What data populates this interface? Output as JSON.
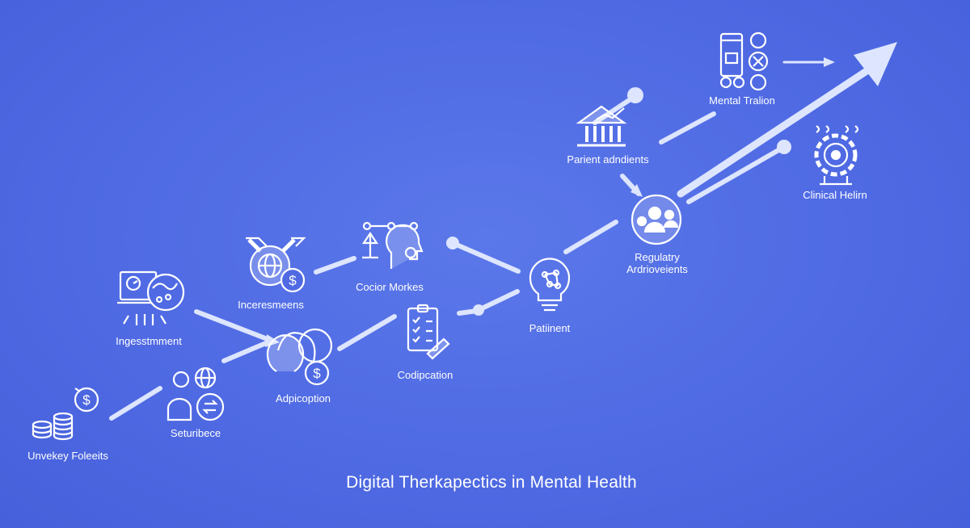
{
  "title": "Digital Therkapectics in Mental Health",
  "colors": {
    "background": "#4f6ae3",
    "line": "#dde5ff",
    "icon": "#ffffff"
  },
  "nodes": [
    {
      "id": "n1",
      "label": "Unvekey Foleeits",
      "icon": "coin-stack-dollar-icon"
    },
    {
      "id": "n2",
      "label": "Seturibece",
      "icon": "person-globe-exchange-icon"
    },
    {
      "id": "n3",
      "label": "Ingesstmment",
      "icon": "monitor-analytics-icon"
    },
    {
      "id": "n4",
      "label": "Adpicoption",
      "icon": "heads-dollar-icon"
    },
    {
      "id": "n5",
      "label": "Inceresmeens",
      "icon": "globe-dollar-badge-icon"
    },
    {
      "id": "n6",
      "label": "Cocior Morkes",
      "icon": "scale-head-network-icon"
    },
    {
      "id": "n7",
      "label": "Codipcation",
      "icon": "clipboard-checklist-icon"
    },
    {
      "id": "n8",
      "label": "Patiinent",
      "icon": "lightbulb-network-icon"
    },
    {
      "id": "n9",
      "label": "Regulatry Ardrioveients",
      "icon": "globe-people-icon"
    },
    {
      "id": "n10",
      "label": "Parient adndients",
      "icon": "bank-growth-chart-icon"
    },
    {
      "id": "n11",
      "label": "Mental Tralion",
      "icon": "device-toolkit-icon"
    },
    {
      "id": "n12",
      "label": "Clinical Helirn",
      "icon": "brain-gear-icon"
    }
  ]
}
